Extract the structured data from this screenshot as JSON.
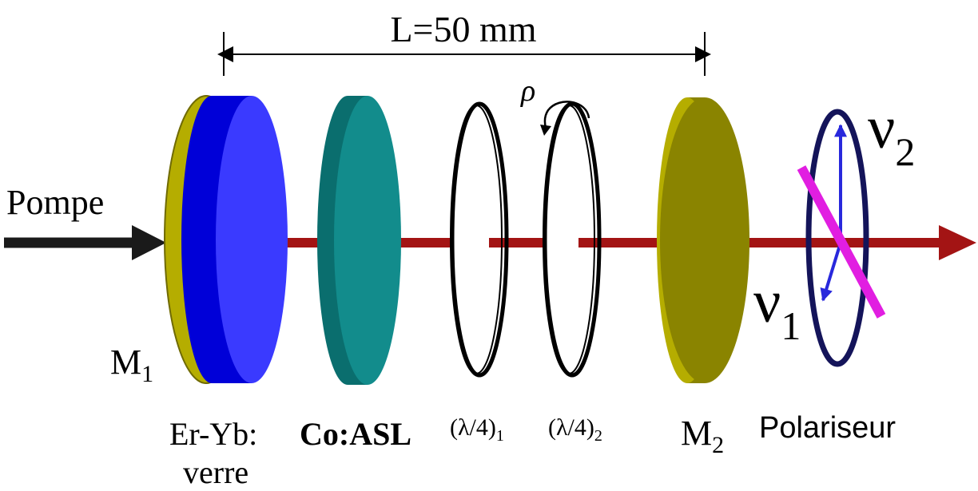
{
  "dimension": {
    "text": "L=50 mm"
  },
  "pump": {
    "label": "Pompe"
  },
  "mirror_1": {
    "label": "M",
    "subscript": "1"
  },
  "mirror_2": {
    "label": "M",
    "subscript": "2"
  },
  "gain_medium": {
    "label_line1": "Er-Yb:",
    "label_line2": "verre"
  },
  "saturable_absorber": {
    "label": "Co:ASL"
  },
  "waveplate_1": {
    "label": "(λ/4)",
    "subscript": "1"
  },
  "waveplate_2": {
    "label": "(λ/4)",
    "subscript": "2"
  },
  "rotation": {
    "symbol": "ρ"
  },
  "polarizer": {
    "label": "Polariseur"
  },
  "nu_1": {
    "symbol": "ν",
    "subscript": "1"
  },
  "nu_2": {
    "symbol": "ν",
    "subscript": "2"
  },
  "colors": {
    "mirror": "#b5ad00",
    "mirror_dark": "#6f6a00",
    "gain": "#1414ff",
    "gain_edge": "#0000c8",
    "absorber": "#128c8c",
    "absorber_edge": "#0a6e6e",
    "co_asl_text": "#1a8c8c",
    "beam": "#a31414",
    "polarizer_ring": "#14145a",
    "vector": "#2828dc",
    "polarizer_axis": "#e11ee1"
  }
}
